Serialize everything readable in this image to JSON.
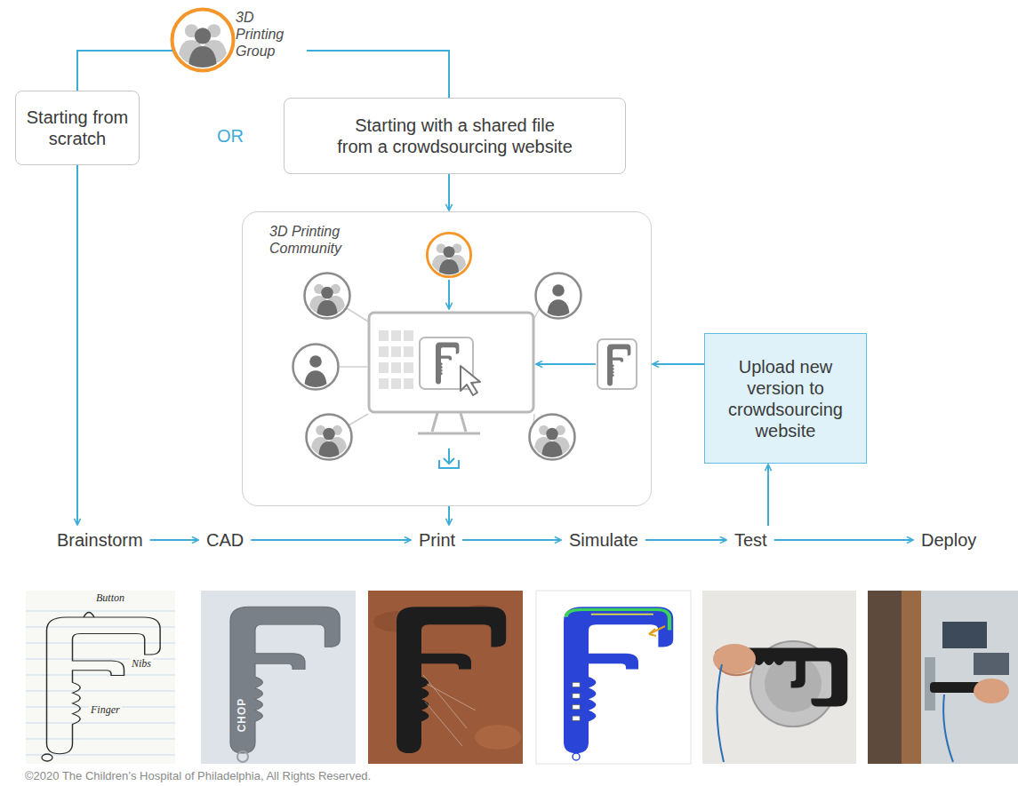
{
  "diagram": {
    "nodes": [
      {
        "text": [
          "3D Printing Group"
        ]
      },
      {
        "text": [
          "Starting from scratch"
        ]
      },
      {
        "text": [
          "Starting with a shared file from a crowdsourcing website"
        ]
      },
      {
        "text": [
          "3D Printing Community"
        ]
      },
      {
        "text": [
          "Upload new version to crowdsourcing website"
        ]
      },
      {
        "text": [
          "Brainstorm"
        ]
      },
      {
        "text": [
          "CAD"
        ]
      },
      {
        "text": [
          "Print"
        ]
      },
      {
        "text": [
          "Simulate"
        ]
      },
      {
        "text": [
          "Test"
        ]
      },
      {
        "text": [
          "Deploy"
        ]
      }
    ],
    "edges": [
      {
        "from": 0,
        "to": 1,
        "arrow": "none"
      },
      {
        "from": 0,
        "to": 2,
        "arrow": "none"
      },
      {
        "from": 1,
        "to": 5,
        "arrow": "to"
      },
      {
        "from": 2,
        "to": 3,
        "arrow": "to"
      },
      {
        "from": 3,
        "to": 7,
        "arrow": "to"
      },
      {
        "from": 5,
        "to": 6,
        "arrow": "to"
      },
      {
        "from": 6,
        "to": 7,
        "arrow": "to"
      },
      {
        "from": 7,
        "to": 8,
        "arrow": "to"
      },
      {
        "from": 8,
        "to": 9,
        "arrow": "to"
      },
      {
        "from": 9,
        "to": 10,
        "arrow": "to"
      },
      {
        "from": 9,
        "to": 4,
        "arrow": "to"
      },
      {
        "from": 4,
        "to": 3,
        "arrow": "to"
      }
    ],
    "labels": [
      "OR",
      "Button",
      "Nibs",
      "Finger",
      "CHOP",
      "©2020 The Children’s Hospital of Philadelphia, All Rights Reserved."
    ]
  }
}
